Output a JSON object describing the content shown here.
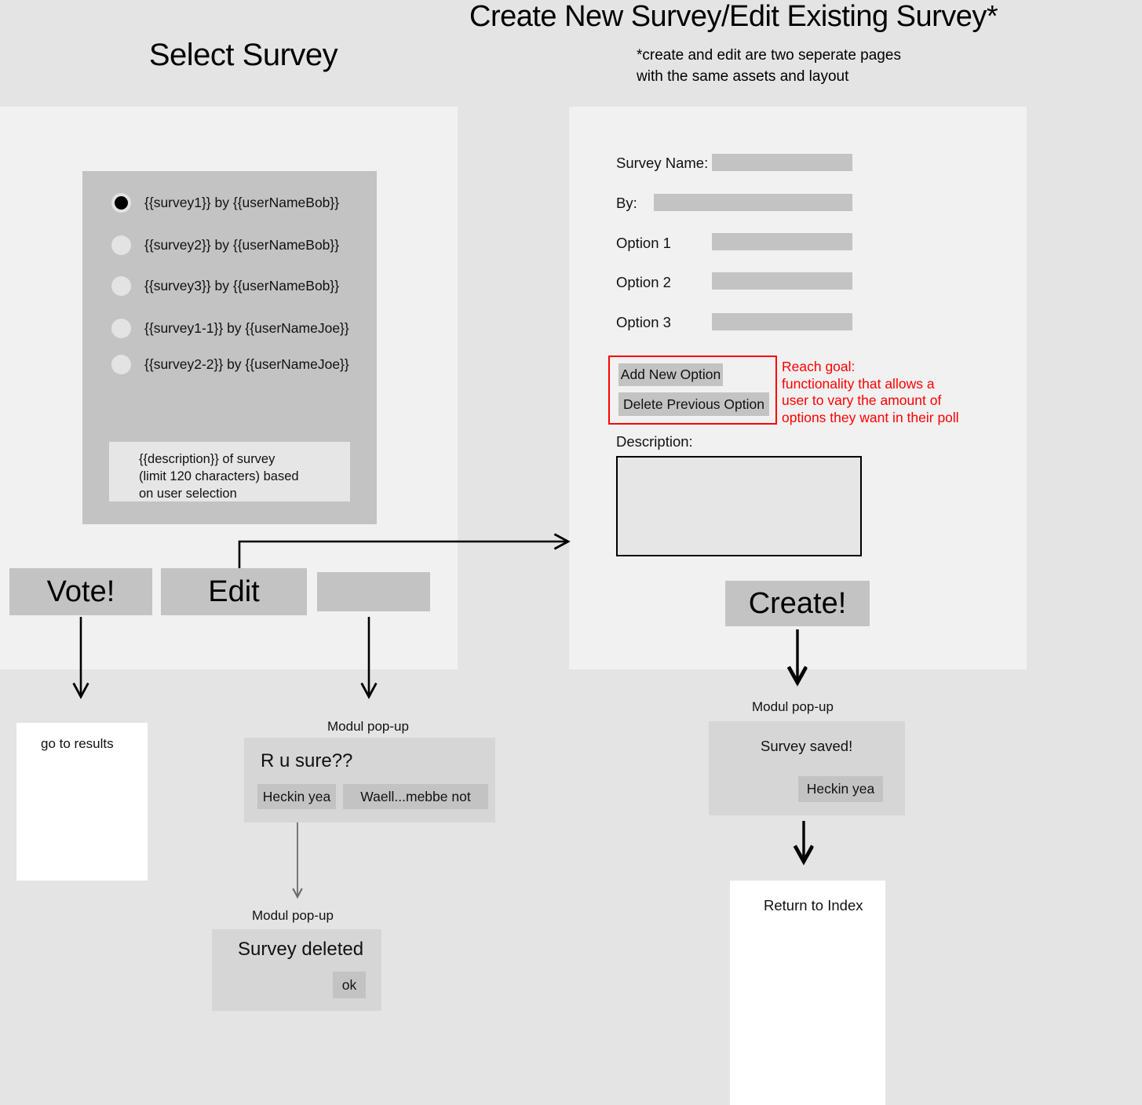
{
  "headings": {
    "select_survey": "Select Survey",
    "create_edit": "Create New Survey/Edit Existing Survey*",
    "note": "*create and edit are two seperate pages\nwith the same assets and layout"
  },
  "select_panel": {
    "survey_list": [
      {
        "label": "{{survey1}} by {{userNameBob}}",
        "selected": true
      },
      {
        "label": "{{survey2}} by {{userNameBob}}",
        "selected": false
      },
      {
        "label": "{{survey3}} by {{userNameBob}}",
        "selected": false
      },
      {
        "label": "{{survey1-1}} by {{userNameJoe}}",
        "selected": false
      },
      {
        "label": "{{survey2-2}} by {{userNameJoe}}",
        "selected": false
      }
    ],
    "description_placeholder": "{{description}} of survey\n(limit 120 characters) based\non user selection",
    "buttons": {
      "vote": "Vote!",
      "edit": "Edit",
      "blank": ""
    }
  },
  "create_panel": {
    "fields": [
      {
        "label": "Survey Name:",
        "value": ""
      },
      {
        "label": "By:",
        "value": ""
      },
      {
        "label": "Option 1",
        "value": ""
      },
      {
        "label": "Option 2",
        "value": ""
      },
      {
        "label": "Option 3",
        "value": ""
      }
    ],
    "add_option_label": "Add New Option",
    "delete_option_label": "Delete Previous Option",
    "reach_goal_note": "Reach goal:\nfunctionality that allows a\nuser to vary the amount of\noptions they want in their poll",
    "description_label": "Description:",
    "description_value": "",
    "create_label": "Create!"
  },
  "flow": {
    "results_box_label": "go to results",
    "modal_caption": "Modul pop-up",
    "confirm_popup": {
      "title": "R u sure??",
      "confirm_label": "Heckin yea",
      "cancel_label": "Waell...mebbe not"
    },
    "deleted_popup": {
      "title": "Survey deleted",
      "ok_label": "ok"
    },
    "saved_popup": {
      "title": "Survey saved!",
      "confirm_label": "Heckin yea"
    },
    "return_index_label": "Return to Index"
  },
  "colors": {
    "page_background": "#e4e4e4",
    "panel_background": "#f1f1f1",
    "card_background": "#c3c3c3",
    "field_fill": "#c3c3c3",
    "annotation_red": "#ff0000",
    "popup_background": "#d6d6d6"
  }
}
